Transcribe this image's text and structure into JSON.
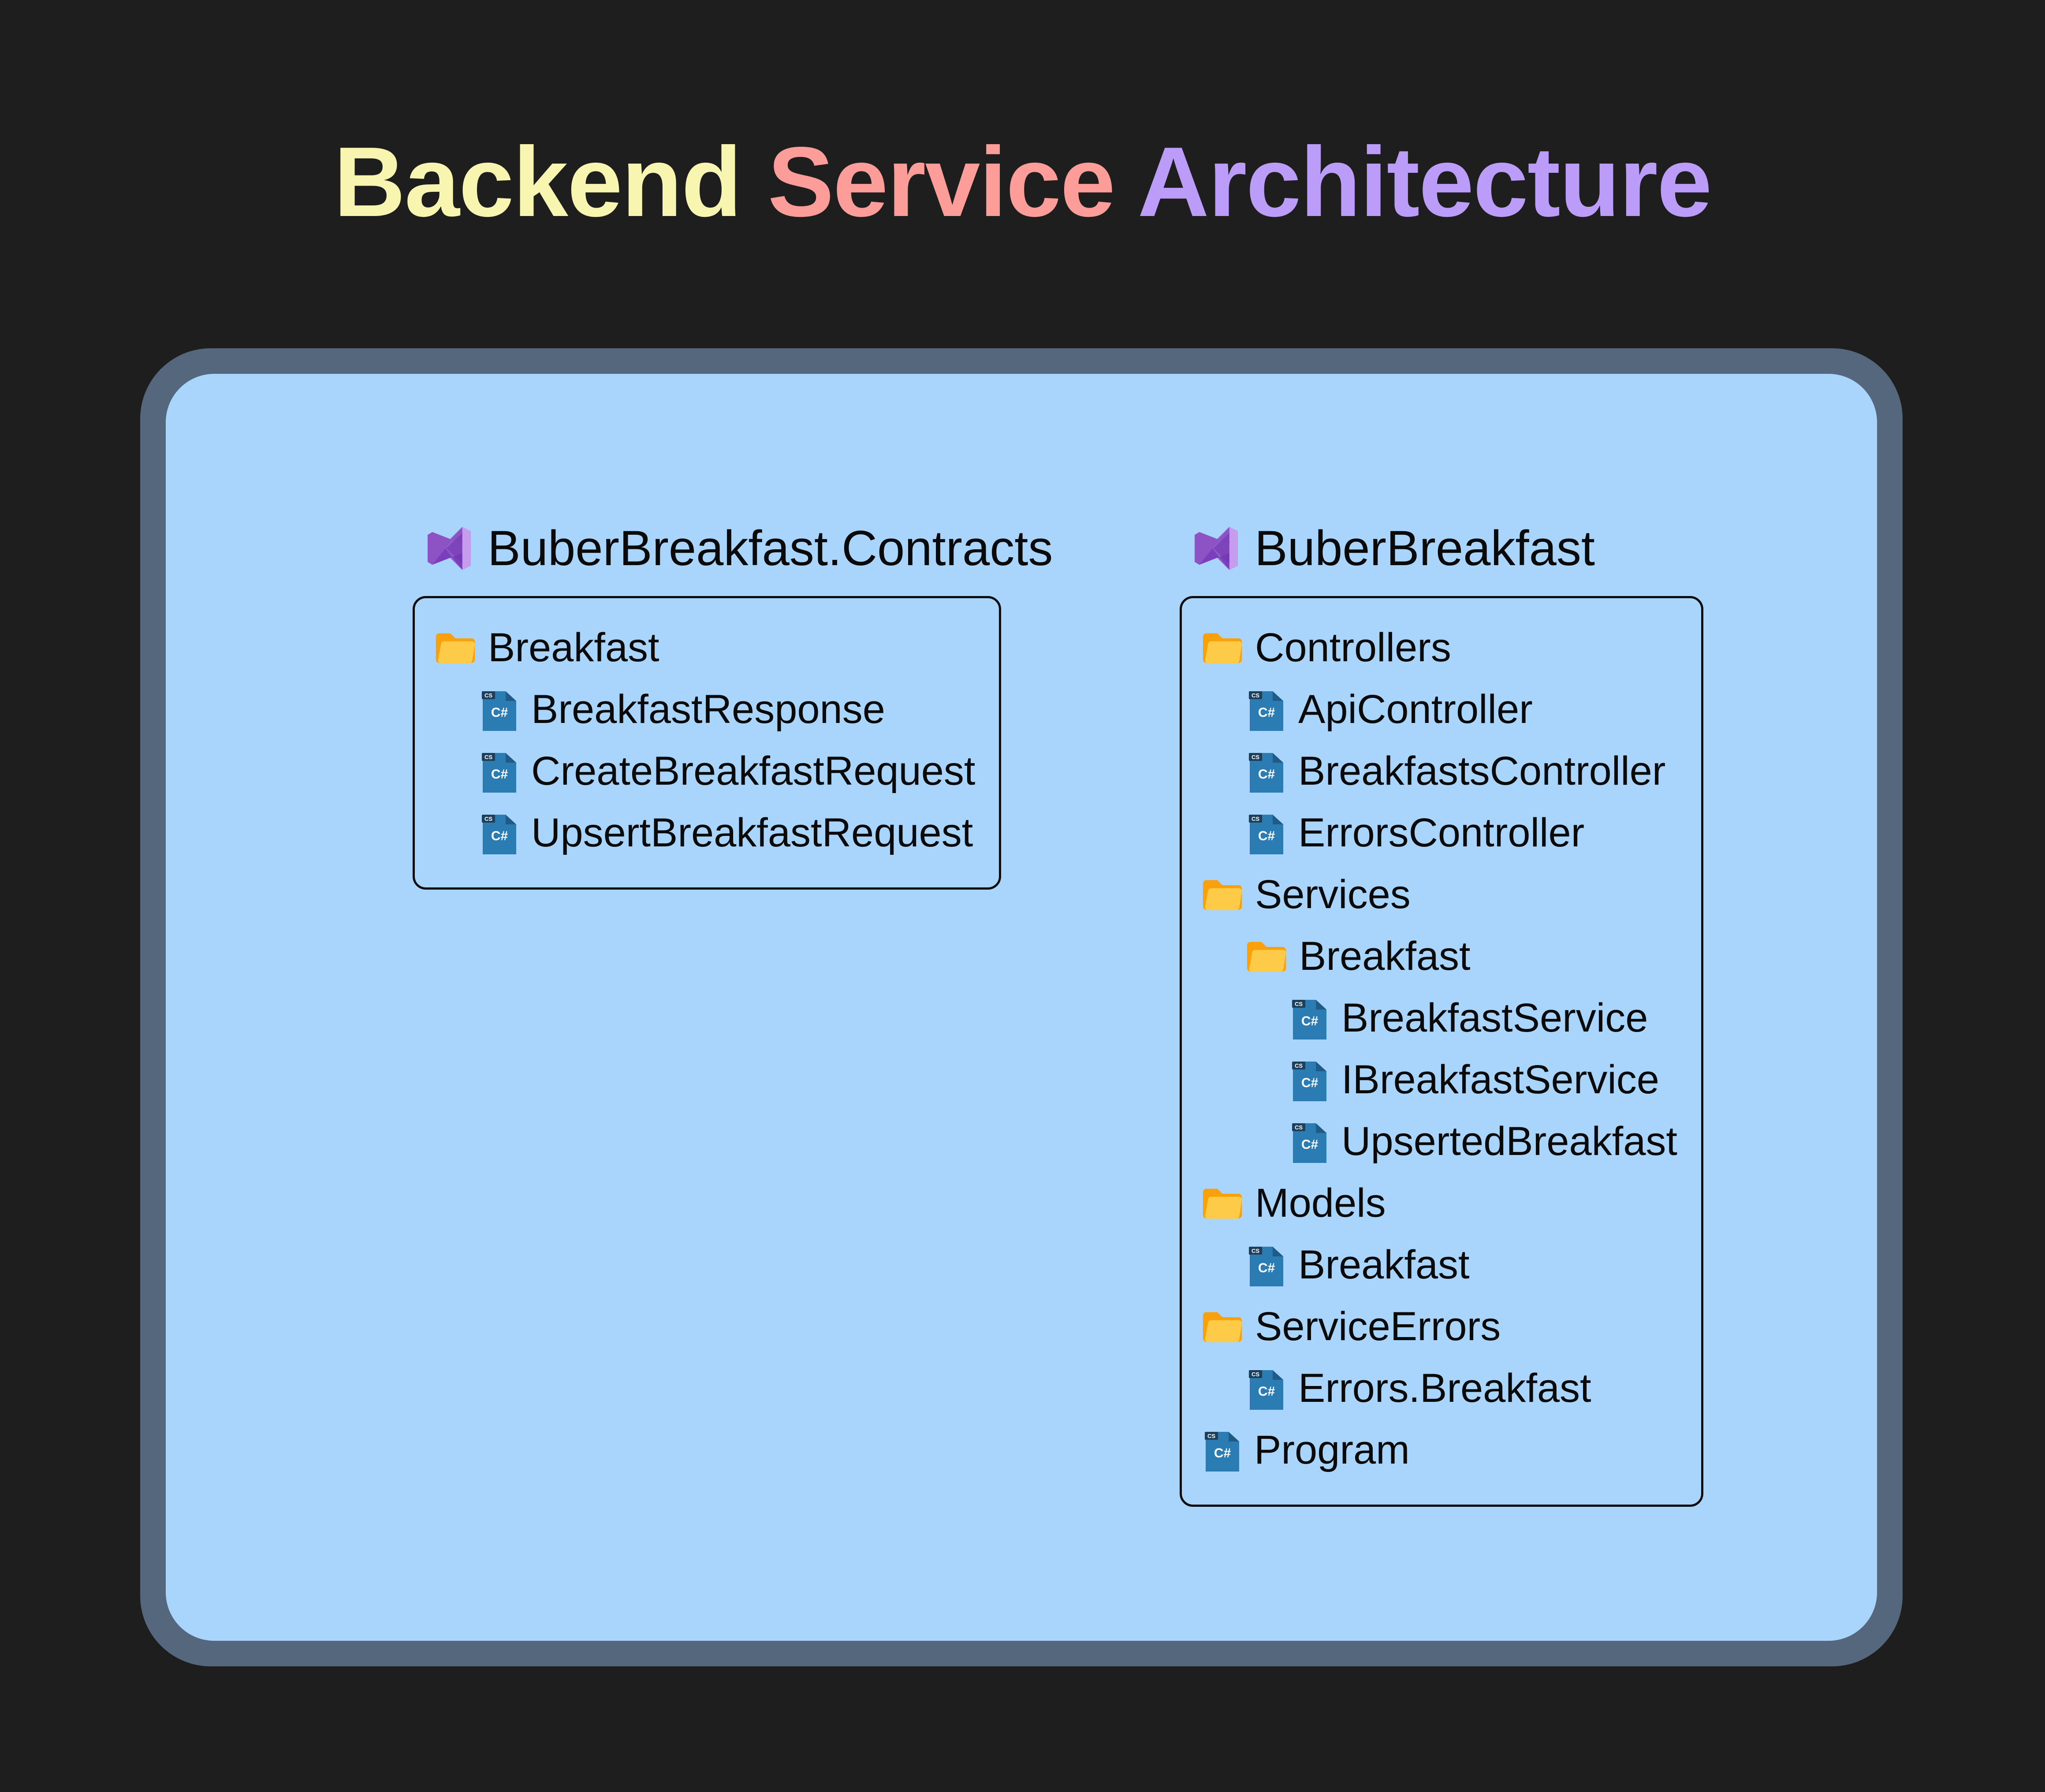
{
  "title": {
    "parts": [
      {
        "text": "Backend",
        "color": "#f7f5b0"
      },
      {
        "text": "Service",
        "color": "#fc9d9a"
      },
      {
        "text": "Architecture",
        "color": "#bb9cf8"
      }
    ]
  },
  "colors": {
    "background": "#1e1e1e",
    "frame_border": "#54677d",
    "canvas": "#a9d5fd",
    "box_border": "#0d0d0d",
    "folder_back": "#f9a00b",
    "folder_front": "#fdcb48",
    "csharp_page": "#2b7cb3",
    "csharp_fold": "#1f5b86",
    "csharp_tab": "#1d3f5c",
    "text": "#0a0a0a",
    "vs_light": "#c79bee",
    "vs_mid": "#9059c9",
    "vs_dark": "#7b3fbb"
  },
  "projects": [
    {
      "name": "BuberBreakfast.Contracts",
      "icon": "visual-studio-icon",
      "tree": [
        {
          "label": "Breakfast",
          "type": "folder",
          "level": 0
        },
        {
          "label": "BreakfastResponse",
          "type": "csharp",
          "level": 1
        },
        {
          "label": "CreateBreakfastRequest",
          "type": "csharp",
          "level": 1
        },
        {
          "label": "UpsertBreakfastRequest",
          "type": "csharp",
          "level": 1
        }
      ]
    },
    {
      "name": "BuberBreakfast",
      "icon": "visual-studio-icon",
      "tree": [
        {
          "label": "Controllers",
          "type": "folder",
          "level": 0
        },
        {
          "label": "ApiController",
          "type": "csharp",
          "level": 1
        },
        {
          "label": "BreakfastsController",
          "type": "csharp",
          "level": 1
        },
        {
          "label": "ErrorsController",
          "type": "csharp",
          "level": 1
        },
        {
          "label": "Services",
          "type": "folder",
          "level": 0
        },
        {
          "label": "Breakfast",
          "type": "folder",
          "level": 1
        },
        {
          "label": "BreakfastService",
          "type": "csharp",
          "level": 2
        },
        {
          "label": "IBreakfastService",
          "type": "csharp",
          "level": 2
        },
        {
          "label": "UpsertedBreakfast",
          "type": "csharp",
          "level": 2
        },
        {
          "label": "Models",
          "type": "folder",
          "level": 0
        },
        {
          "label": "Breakfast",
          "type": "csharp",
          "level": 1
        },
        {
          "label": "ServiceErrors",
          "type": "folder",
          "level": 0
        },
        {
          "label": "Errors.Breakfast",
          "type": "csharp",
          "level": 1
        },
        {
          "label": "Program",
          "type": "csharp",
          "level": 0
        }
      ]
    }
  ],
  "icon_labels": {
    "csharp_badge": "C#",
    "csharp_tab": "CS"
  }
}
